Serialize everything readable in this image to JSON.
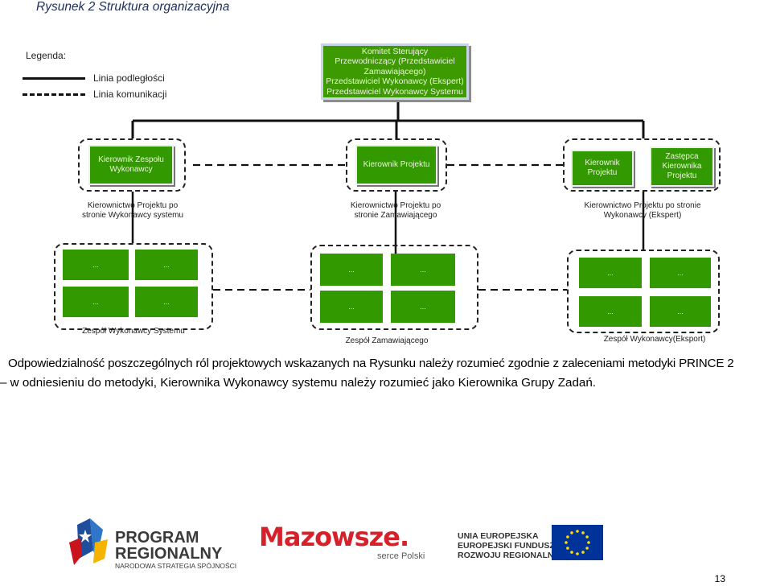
{
  "figure_title": "Rysunek 2 Struktura organizacyjna",
  "legend": {
    "heading": "Legenda:",
    "solid_label": "Linia podległości",
    "dashed_label": "Linia komunikacji"
  },
  "committee": {
    "line1": "Komitet Sterujący",
    "line2": "Przewodniczący (Przedstawiciel",
    "line3": "Zamawiającego)",
    "line4": "Przedstawiciel Wykonawcy (Ekspert)",
    "line5": "Przedstawiciel Wykonawcy Systemu"
  },
  "managers": {
    "left": "Kierownik Zespołu Wykonawcy",
    "center": "Kierownik Projektu",
    "right_a": "Kierownik Projektu",
    "right_b": "Zastępca Kierownika Projektu"
  },
  "management_captions": {
    "left": "Kierownictwo Projektu po stronie Wykonawcy systemu",
    "center": "Kierownictwo Projektu po stronie Zamawiającego",
    "right": "Kierownictwo Projektu po stronie Wykonawcy (Ekspert)"
  },
  "team_cell_text": "...",
  "team_captions": {
    "left": "Zespół Wykonawcy Systemu",
    "center": "Zespół Zamawiającego",
    "right": "Zespół Wykonawcy(Eksport)"
  },
  "paragraph": {
    "line1": "Odpowiedzialność  poszczególnych ról projektowych wskazanych na Rysunku należy rozumieć  zgodnie z zaleceniami metodyki PRINCE 2",
    "line2": "– w odniesieniu do metodyki, Kierownika Wykonawcy systemu należy rozumieć jako Kierownika Grupy Zadań."
  },
  "logos": {
    "program_line1": "PROGRAM",
    "program_line2": "REGIONALNY",
    "program_line3": "NARODOWA STRATEGIA SPÓJNOŚCI",
    "mazowsze_name": "Mazowsze.",
    "mazowsze_tag": "serce Polski",
    "eu_line1": "UNIA EUROPEJSKA",
    "eu_line2": "EUROPEJSKI FUNDUSZ",
    "eu_line3": "ROZWOJU REGIONALNEGO"
  },
  "page_number": "13",
  "colors": {
    "box_green": "#339900",
    "mazowsze_red": "#d6202a",
    "eu_blue": "#003399",
    "eu_star": "#ffdd00"
  }
}
